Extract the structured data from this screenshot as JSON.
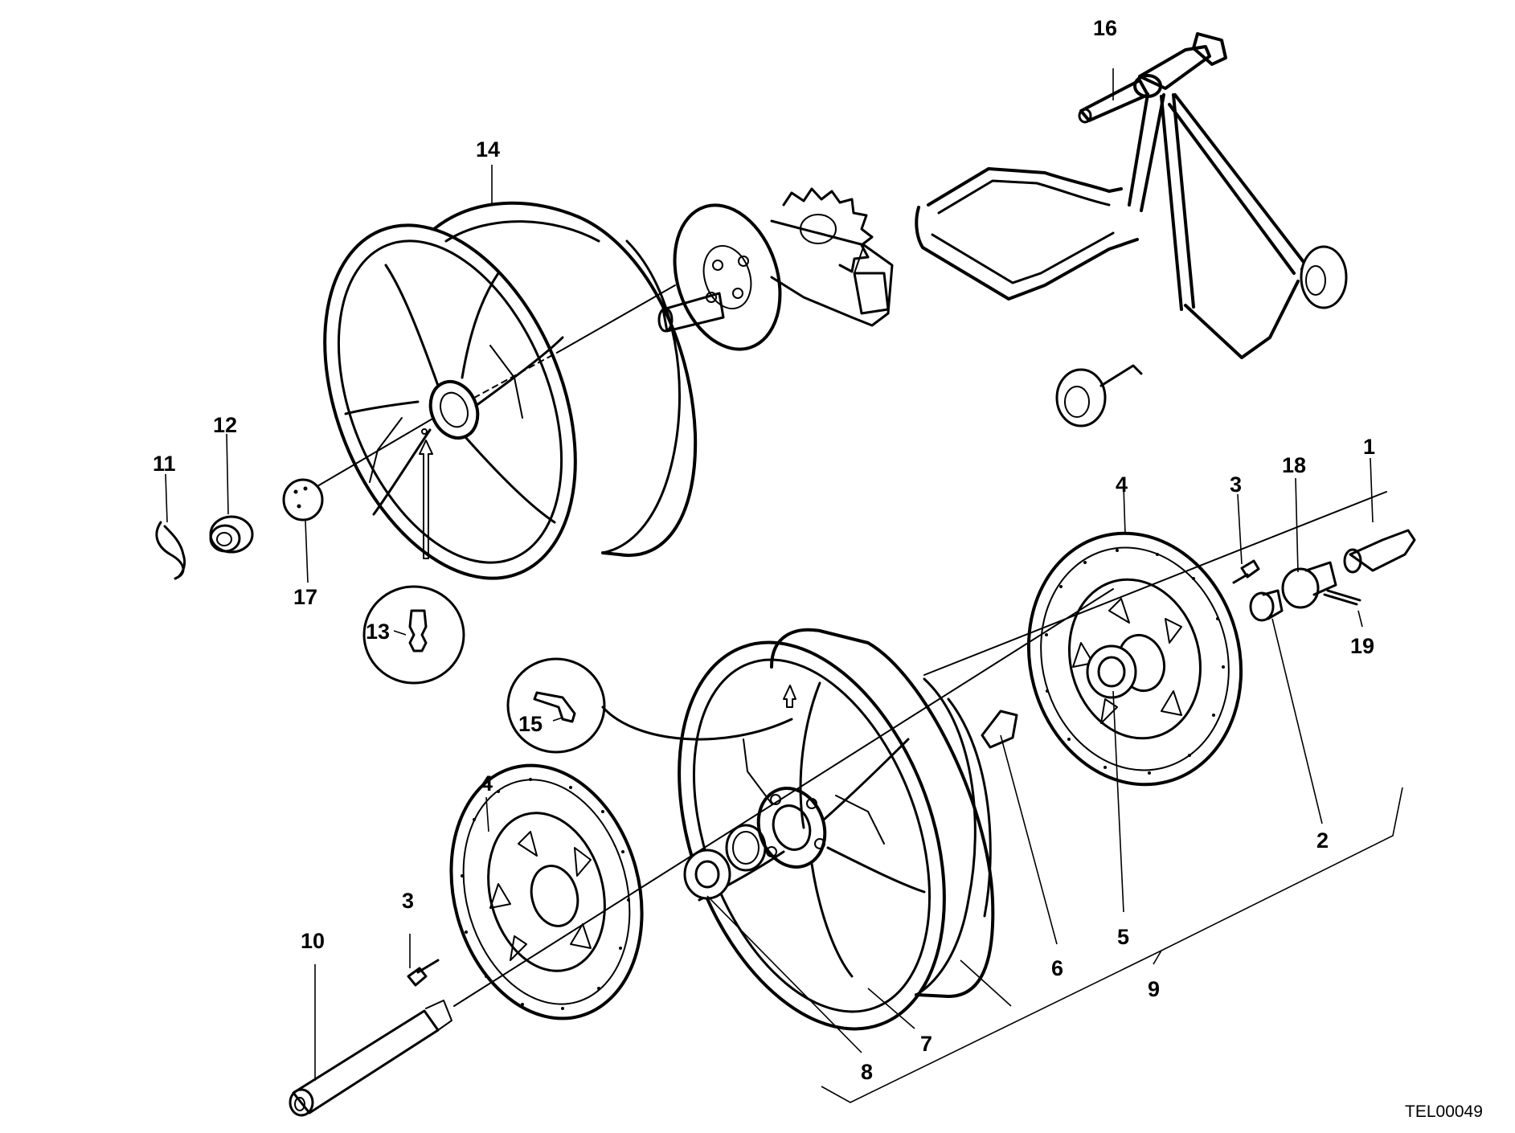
{
  "diagram": {
    "reference_code": "TEL00049",
    "callouts": [
      "1",
      "2",
      "3",
      "3",
      "4",
      "4",
      "5",
      "6",
      "7",
      "8",
      "9",
      "10",
      "11",
      "12",
      "13",
      "14",
      "15",
      "16",
      "17",
      "18",
      "19"
    ]
  },
  "colors": {
    "line": "#000000",
    "background": "#ffffff"
  }
}
